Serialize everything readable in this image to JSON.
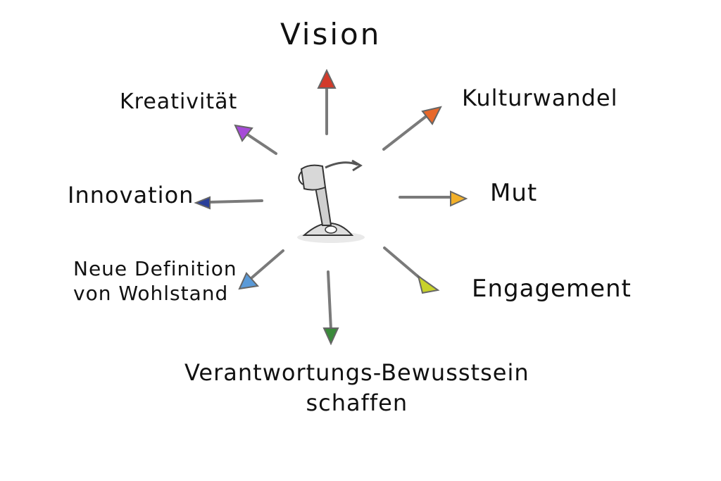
{
  "labels": {
    "vision": "Vision",
    "kulturwandel": "Kulturwandel",
    "kreativitaet": "Kreativität",
    "mut": "Mut",
    "innovation": "Innovation",
    "neue_line1": "Neue Definition",
    "neue_line2": "von Wohlstand",
    "engagement": "Engagement",
    "verant_line1": "Verantwortungs-Bewusstsein",
    "verant_line2": "schaffen"
  },
  "colors": {
    "stroke": "#7a7a7a",
    "vision": "#d23a2a",
    "kulturwandel": "#e8682a",
    "kreativitaet": "#a64ad8",
    "mut": "#f2b02a",
    "innovation": "#2a3f9a",
    "neue": "#5a9ad8",
    "engagement": "#c8d22a",
    "verantwortung": "#3a8a3a"
  },
  "center_icon": "joystick-icon"
}
